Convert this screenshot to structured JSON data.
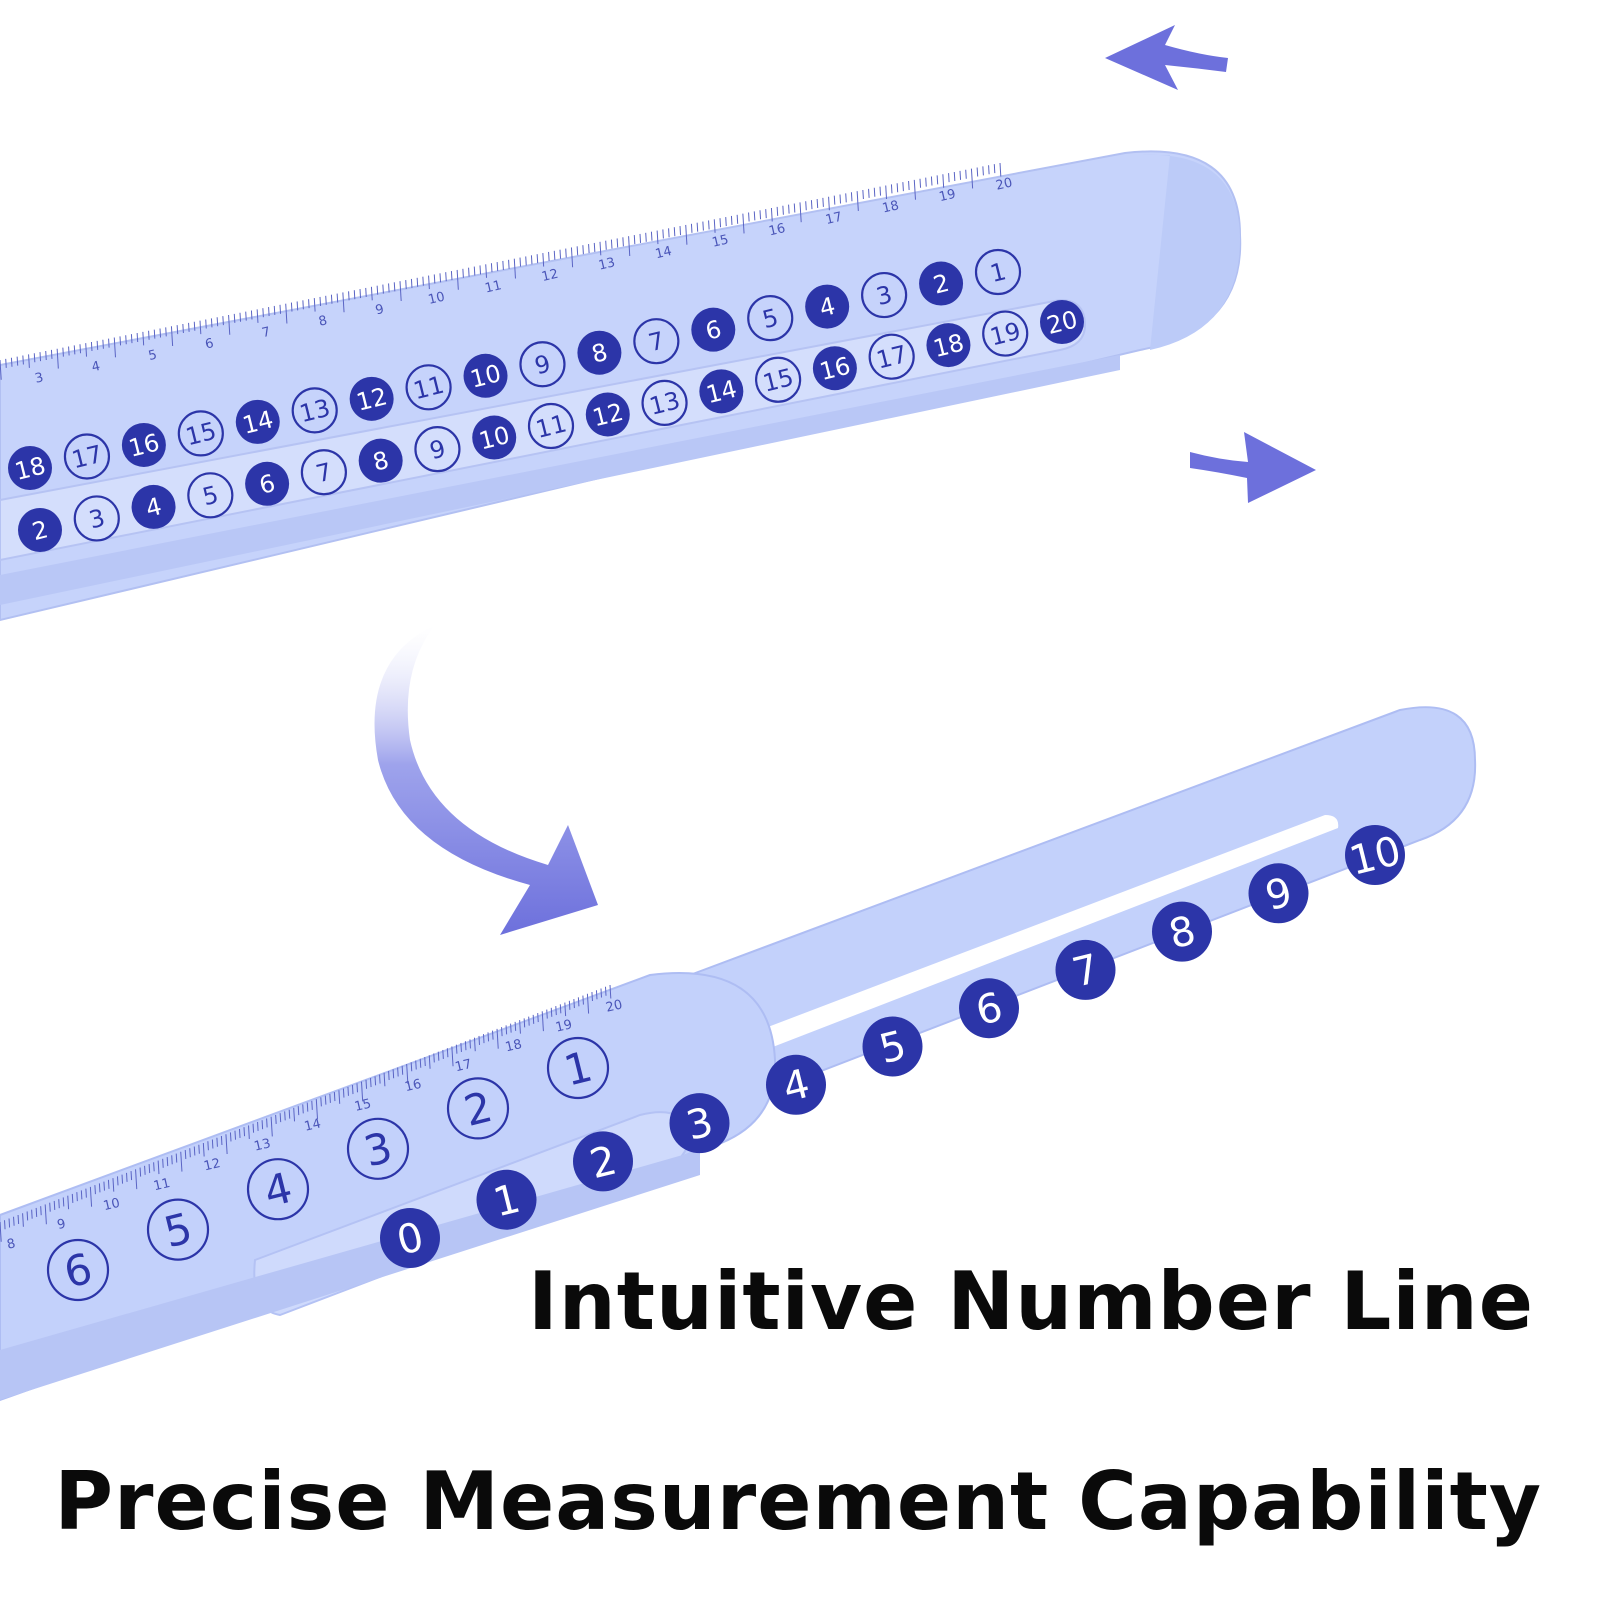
{
  "product_photo": {
    "top_ruler": {
      "cm_scale": [
        "3",
        "4",
        "5",
        "6",
        "7",
        "8",
        "9",
        "10",
        "11",
        "12",
        "13",
        "14",
        "15",
        "16",
        "17",
        "18",
        "19",
        "20"
      ],
      "outer_row": [
        "18",
        "17",
        "16",
        "15",
        "14",
        "13",
        "12",
        "11",
        "10",
        "9",
        "8",
        "7",
        "6",
        "5",
        "4",
        "3",
        "2",
        "1"
      ],
      "outer_row_filled": [
        true,
        false,
        true,
        false,
        true,
        false,
        true,
        false,
        true,
        false,
        true,
        false,
        true,
        false,
        true,
        false,
        true,
        false
      ],
      "inner_row": [
        "2",
        "3",
        "4",
        "5",
        "6",
        "7",
        "8",
        "9",
        "10",
        "11",
        "12",
        "13",
        "14",
        "15",
        "16",
        "17",
        "18",
        "19",
        "20"
      ],
      "inner_row_filled": [
        true,
        false,
        true,
        false,
        true,
        false,
        true,
        false,
        true,
        false,
        true,
        false,
        true,
        false,
        true,
        false,
        true,
        false,
        true
      ]
    },
    "bottom_ruler": {
      "cm_scale": [
        "8",
        "9",
        "10",
        "11",
        "12",
        "13",
        "14",
        "15",
        "16",
        "17",
        "18",
        "19",
        "20"
      ],
      "outline_row": [
        "6",
        "5",
        "4",
        "3",
        "2",
        "1"
      ],
      "filled_row": [
        "0",
        "1",
        "2",
        "3",
        "4",
        "5",
        "6",
        "7",
        "8",
        "9",
        "10"
      ]
    },
    "colors": {
      "ruler_body": "#c3d1fb",
      "ruler_edge": "#aebdf3",
      "ink": "#2c35a8",
      "arrow": "#6d70dc"
    }
  },
  "captions": {
    "line1": "Intuitive Number Line",
    "line2": "Precise Measurement Capability"
  }
}
